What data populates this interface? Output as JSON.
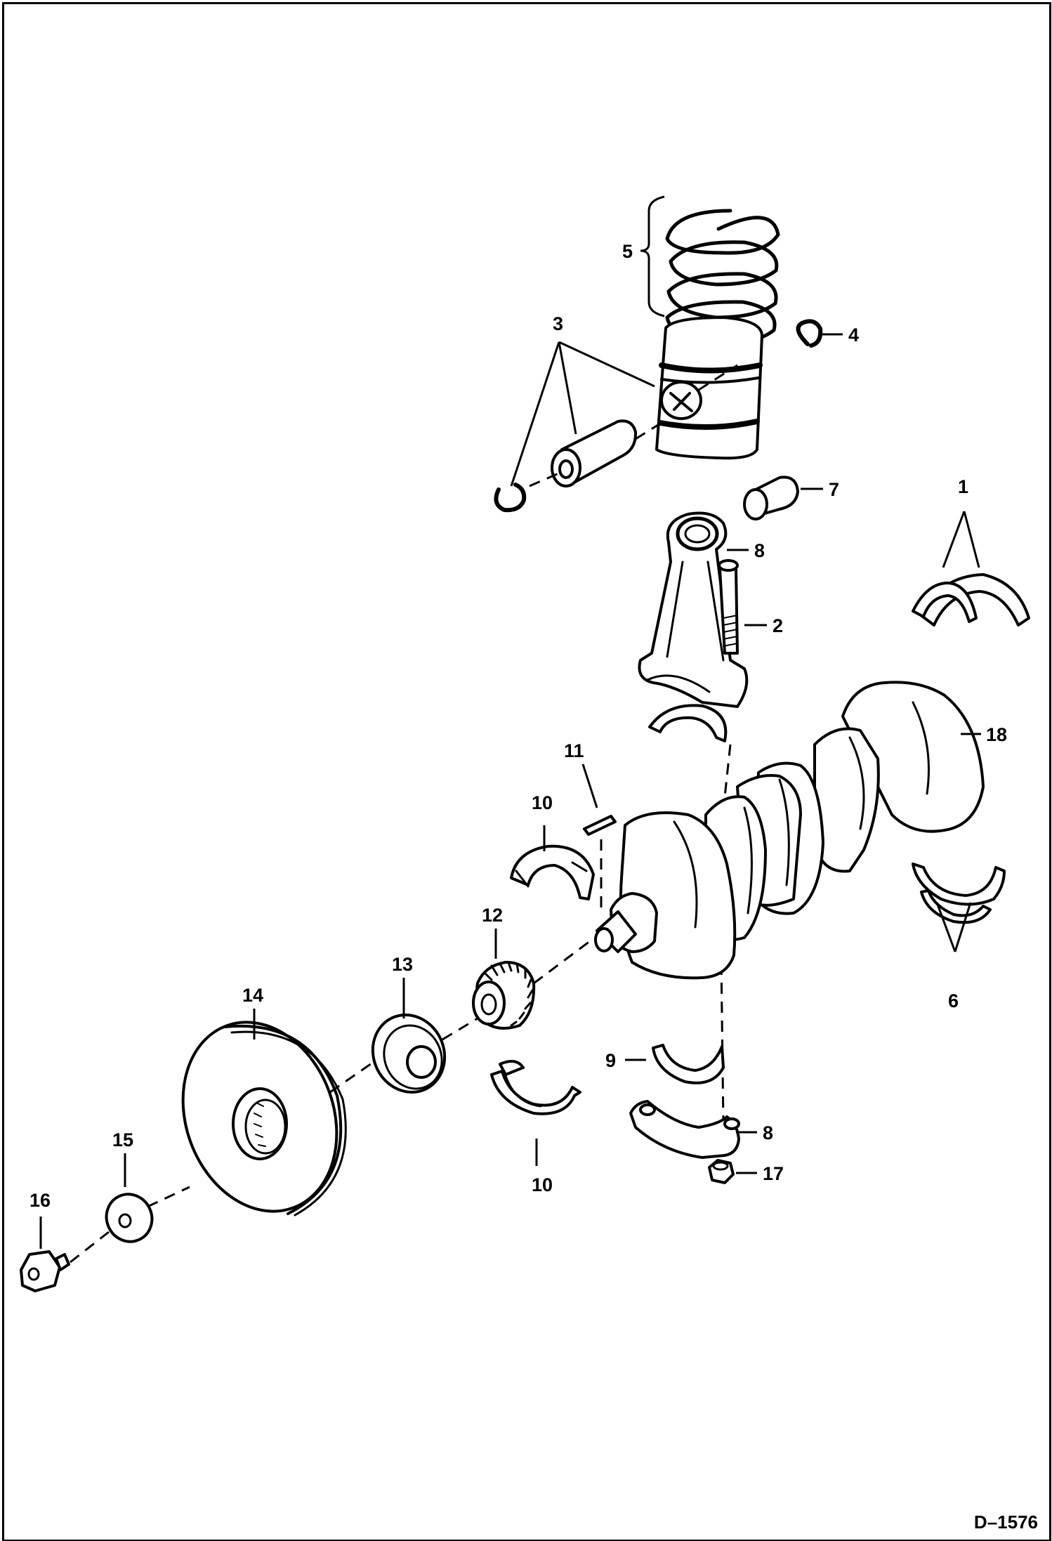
{
  "drawing_ref": "D–1576",
  "callouts": [
    {
      "id": "c1",
      "label": "1"
    },
    {
      "id": "c2",
      "label": "2"
    },
    {
      "id": "c3",
      "label": "3"
    },
    {
      "id": "c4",
      "label": "4"
    },
    {
      "id": "c5",
      "label": "5"
    },
    {
      "id": "c6",
      "label": "6"
    },
    {
      "id": "c7",
      "label": "7"
    },
    {
      "id": "c8a",
      "label": "8"
    },
    {
      "id": "c8b",
      "label": "8"
    },
    {
      "id": "c9",
      "label": "9"
    },
    {
      "id": "c10a",
      "label": "10"
    },
    {
      "id": "c10b",
      "label": "10"
    },
    {
      "id": "c11",
      "label": "11"
    },
    {
      "id": "c12",
      "label": "12"
    },
    {
      "id": "c13",
      "label": "13"
    },
    {
      "id": "c14",
      "label": "14"
    },
    {
      "id": "c15",
      "label": "15"
    },
    {
      "id": "c16",
      "label": "16"
    },
    {
      "id": "c17",
      "label": "17"
    },
    {
      "id": "c18",
      "label": "18"
    }
  ],
  "parts": [
    {
      "id": "piston-rings"
    },
    {
      "id": "piston"
    },
    {
      "id": "piston-pin"
    },
    {
      "id": "snap-ring"
    },
    {
      "id": "pin-bushing"
    },
    {
      "id": "connecting-rod"
    },
    {
      "id": "rod-bolt"
    },
    {
      "id": "rod-cap"
    },
    {
      "id": "rod-nut"
    },
    {
      "id": "main-bearing"
    },
    {
      "id": "thrust-bearing"
    },
    {
      "id": "crankshaft"
    },
    {
      "id": "woodruff-key"
    },
    {
      "id": "crank-gear"
    },
    {
      "id": "oil-slinger"
    },
    {
      "id": "pulley"
    },
    {
      "id": "washer"
    },
    {
      "id": "pulley-bolt"
    }
  ]
}
